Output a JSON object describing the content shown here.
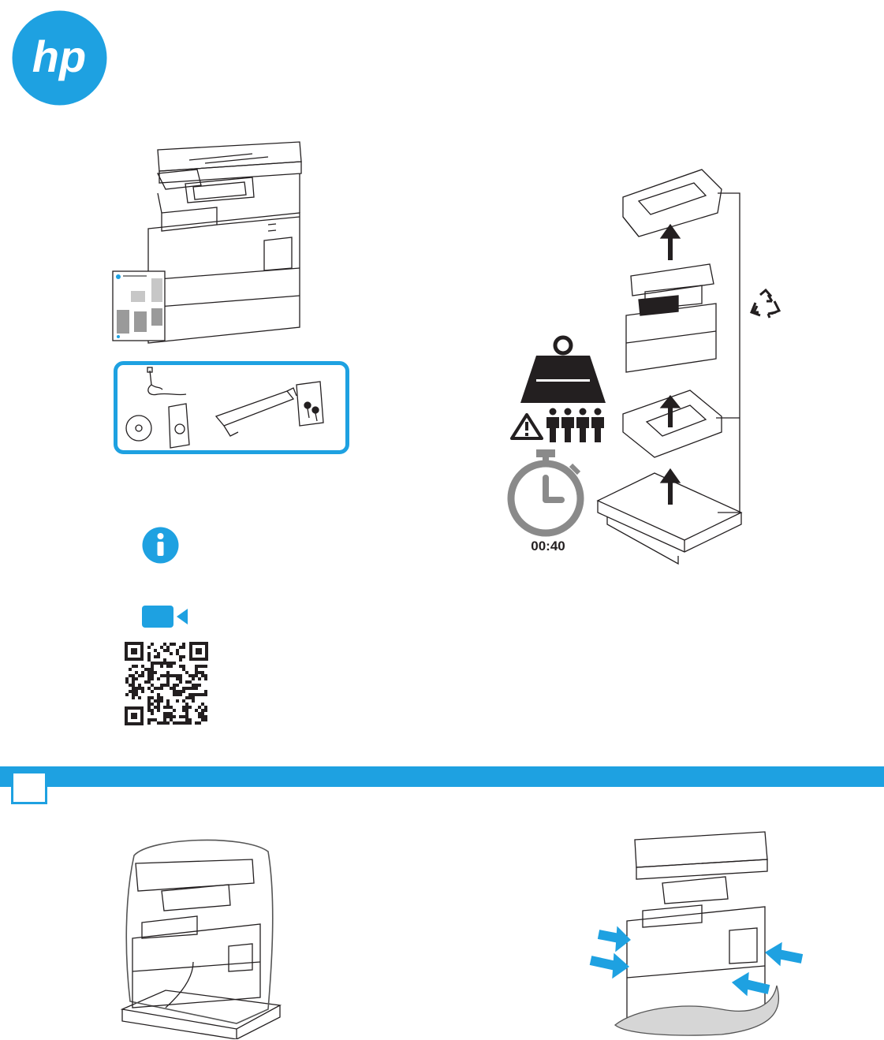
{
  "brand": {
    "logo_text": "hp",
    "accent_color": "#1ea1e1"
  },
  "timer": {
    "value": "00:40"
  },
  "people_required": 4,
  "icons": {
    "info": "info-icon",
    "video": "video-camera-icon",
    "recycle": "recycle-icon",
    "weight": "weight-icon",
    "warning": "warning-icon",
    "stopwatch": "stopwatch-icon"
  },
  "step": {
    "number": ""
  }
}
